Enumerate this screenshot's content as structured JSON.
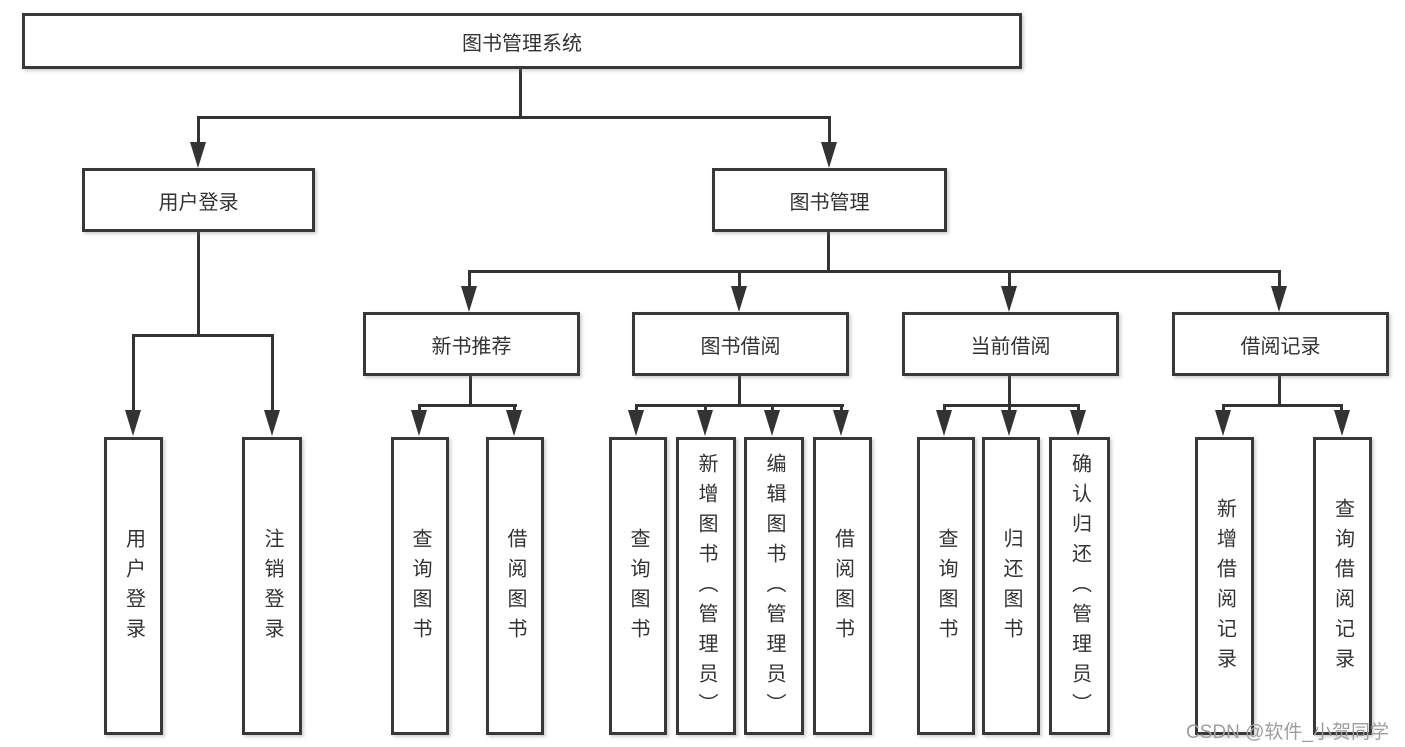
{
  "tree": {
    "root": {
      "label": "图书管理系统"
    },
    "branches": [
      {
        "label": "用户登录",
        "children": [
          {
            "label": "用户登录"
          },
          {
            "label": "注销登录"
          }
        ]
      },
      {
        "label": "图书管理",
        "children": [
          {
            "label": "新书推荐",
            "children": [
              {
                "label": "查询图书"
              },
              {
                "label": "借阅图书"
              }
            ]
          },
          {
            "label": "图书借阅",
            "children": [
              {
                "label": "查询图书"
              },
              {
                "label": "新增图书（管理员）"
              },
              {
                "label": "编辑图书（管理员）"
              },
              {
                "label": "借阅图书"
              }
            ]
          },
          {
            "label": "当前借阅",
            "children": [
              {
                "label": "查询图书"
              },
              {
                "label": "归还图书"
              },
              {
                "label": "确认归还（管理员）"
              }
            ]
          },
          {
            "label": "借阅记录",
            "children": [
              {
                "label": "新增借阅记录"
              },
              {
                "label": "查询借阅记录"
              }
            ]
          }
        ]
      }
    ]
  },
  "watermark": {
    "text": "CSDN @软件_小贺同学"
  },
  "colors": {
    "line": "#333333",
    "box_border": "#383838",
    "text": "#333333",
    "watermark": "#9e9e9e",
    "background": "#ffffff"
  }
}
